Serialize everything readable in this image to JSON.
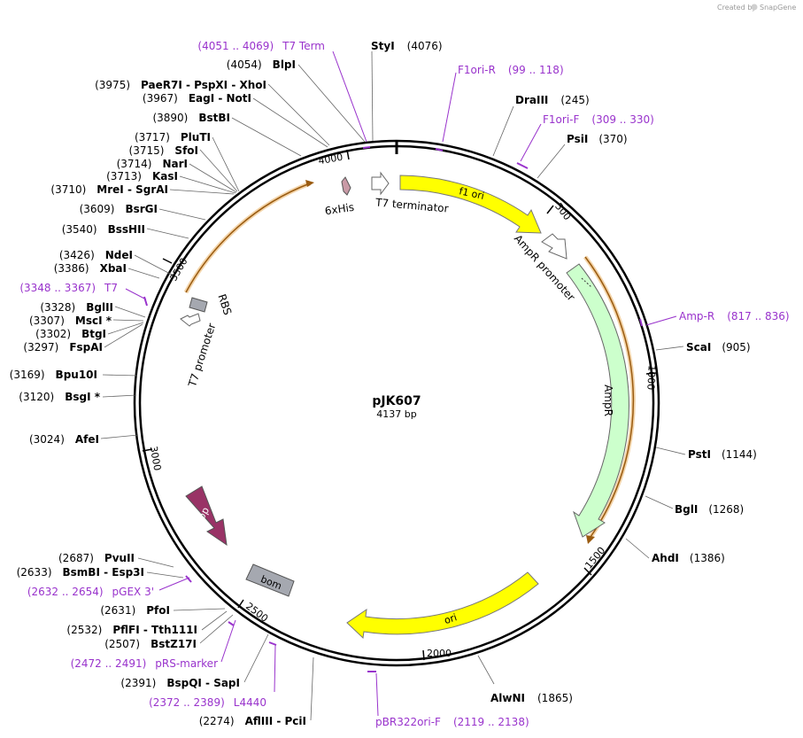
{
  "credit": {
    "text": "Created by",
    "brand": "SnapGene"
  },
  "plasmid": {
    "name": "pJK607",
    "length_label": "4137 bp"
  },
  "ruler": [
    "500",
    "1000",
    "1500",
    "2000",
    "2500",
    "3000",
    "3500",
    "4000"
  ],
  "sites_right": [
    {
      "name": "StyI",
      "pos": "(4076)"
    },
    {
      "name": "DraIII",
      "pos": "(245)"
    },
    {
      "name": "PsiI",
      "pos": "(370)"
    },
    {
      "name": "ScaI",
      "pos": "(905)"
    },
    {
      "name": "PstI",
      "pos": "(1144)"
    },
    {
      "name": "BglI",
      "pos": "(1268)"
    },
    {
      "name": "AhdI",
      "pos": "(1386)"
    },
    {
      "name": "AlwNI",
      "pos": "(1865)"
    }
  ],
  "sites_left": [
    {
      "pos": "(4054)",
      "name": "BlpI"
    },
    {
      "pos": "(3975)",
      "name": "PaeR7I  - PspXI  - XhoI"
    },
    {
      "pos": "(3967)",
      "name": "EagI  - NotI"
    },
    {
      "pos": "(3890)",
      "name": "BstBI"
    },
    {
      "pos": "(3717)",
      "name": "PluTI"
    },
    {
      "pos": "(3715)",
      "name": "SfoI"
    },
    {
      "pos": "(3714)",
      "name": "NarI"
    },
    {
      "pos": "(3713)",
      "name": "KasI"
    },
    {
      "pos": "(3710)",
      "name": "MreI  - SgrAI"
    },
    {
      "pos": "(3609)",
      "name": "BsrGI"
    },
    {
      "pos": "(3540)",
      "name": "BssHII"
    },
    {
      "pos": "(3426)",
      "name": "NdeI"
    },
    {
      "pos": "(3386)",
      "name": "XbaI"
    },
    {
      "pos": "(3328)",
      "name": "BglII"
    },
    {
      "pos": "(3307)",
      "name": "MscI *"
    },
    {
      "pos": "(3302)",
      "name": "BtgI"
    },
    {
      "pos": "(3297)",
      "name": "FspAI"
    },
    {
      "pos": "(3169)",
      "name": "Bpu10I"
    },
    {
      "pos": "(3120)",
      "name": "BsgI *"
    },
    {
      "pos": "(3024)",
      "name": "AfeI"
    },
    {
      "pos": "(2687)",
      "name": "PvuII"
    },
    {
      "pos": "(2633)",
      "name": "BsmBI  - Esp3I"
    },
    {
      "pos": "(2631)",
      "name": "PfoI"
    },
    {
      "pos": "(2532)",
      "name": "PflFI  - Tth111I"
    },
    {
      "pos": "(2507)",
      "name": "BstZ17I"
    },
    {
      "pos": "(2391)",
      "name": "BspQI  - SapI"
    },
    {
      "pos": "(2274)",
      "name": "AflIII  - PciI"
    }
  ],
  "primers": [
    {
      "range": "(4051 .. 4069)",
      "name": "T7 Term"
    },
    {
      "name": "F1ori-R",
      "range": "(99 .. 118)"
    },
    {
      "name": "F1ori-F",
      "range": "(309 .. 330)"
    },
    {
      "name": "Amp-R",
      "range": "(817 .. 836)"
    },
    {
      "range": "(3348 .. 3367)",
      "name": "T7"
    },
    {
      "range": "(2632 .. 2654)",
      "name": "pGEX 3'"
    },
    {
      "range": "(2472 .. 2491)",
      "name": "pRS-marker"
    },
    {
      "range": "(2372 .. 2389)",
      "name": "L4440"
    },
    {
      "name": "pBR322ori-F",
      "range": "(2119 .. 2138)"
    }
  ],
  "features": {
    "f1_ori": "f1 ori",
    "t7_terminator": "T7 terminator",
    "his_tag": "6xHis",
    "ampr_promoter": "AmpR promoter",
    "ampr": "AmpR",
    "ori": "ori",
    "rop": "rop",
    "bom": "bom",
    "rbs": "RBS",
    "t7_promoter": "T7 promoter"
  },
  "colors": {
    "f1_ori": "#ffff00",
    "ori": "#ffff00",
    "ampr": "#ccffcc",
    "his_tag": "#c99aa6",
    "rop": "#993366",
    "bom": "#a5a8b0",
    "rbs": "#a5a8b0",
    "primer": "#9933cc",
    "orf": "#e4a040"
  }
}
